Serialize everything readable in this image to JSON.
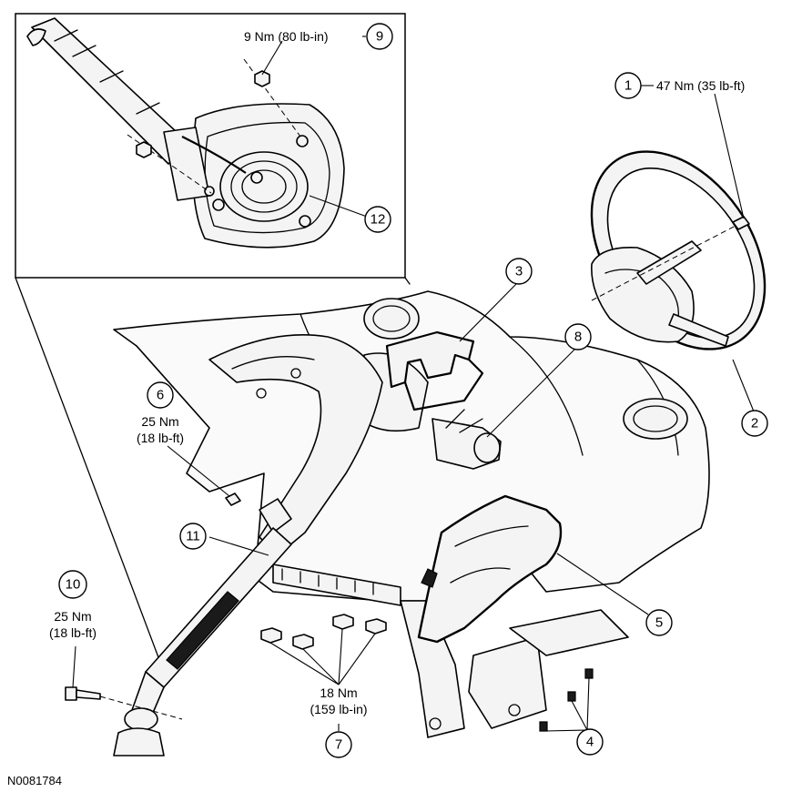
{
  "figure_id": "N0081784",
  "callouts": [
    {
      "number": "1",
      "label": "47 Nm (35 lb-ft)"
    },
    {
      "number": "2"
    },
    {
      "number": "3"
    },
    {
      "number": "4"
    },
    {
      "number": "5"
    },
    {
      "number": "6",
      "label_line1": "25 Nm",
      "label_line2": "(18 lb-ft)"
    },
    {
      "number": "7",
      "label_line1": "18 Nm",
      "label_line2": "(159 lb-in)"
    },
    {
      "number": "8"
    },
    {
      "number": "9",
      "label": "9 Nm (80 lb-in)"
    },
    {
      "number": "10",
      "label_line1": "25 Nm",
      "label_line2": "(18 lb-ft)"
    },
    {
      "number": "11"
    },
    {
      "number": "12"
    }
  ]
}
